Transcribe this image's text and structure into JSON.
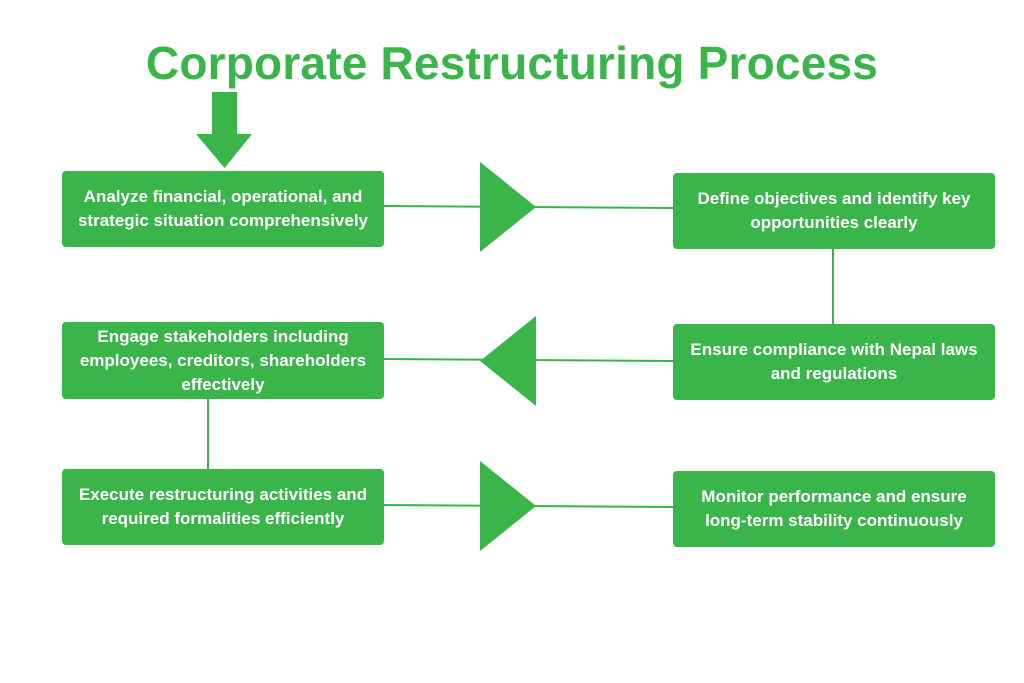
{
  "diagram": {
    "title": "Corporate Restructuring Process",
    "accent_color": "#39b54a",
    "steps": [
      {
        "text": "Analyze financial, operational, and strategic situation comprehensively"
      },
      {
        "text": "Define objectives and identify key opportunities clearly"
      },
      {
        "text": "Ensure compliance with Nepal laws and regulations"
      },
      {
        "text": "Engage stakeholders including employees, creditors, shareholders effectively"
      },
      {
        "text": "Execute restructuring activities and required formalities efficiently"
      },
      {
        "text": "Monitor performance and ensure long-term stability continuously"
      }
    ]
  }
}
